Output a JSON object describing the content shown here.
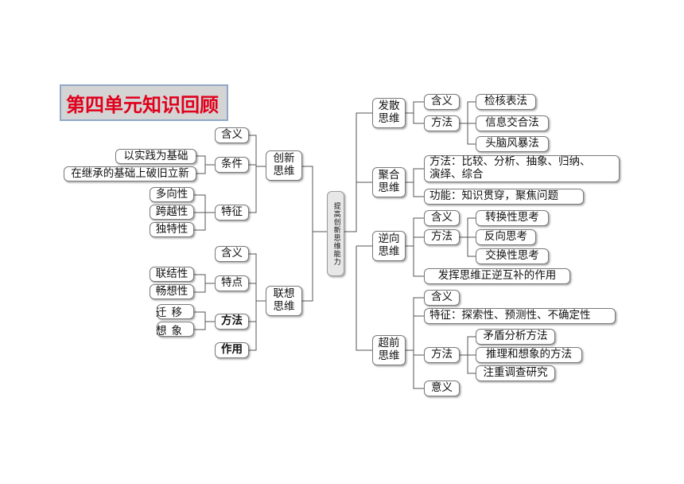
{
  "title": "第四单元知识回顾",
  "center": "提高创新思维能力",
  "left": {
    "chuangxin": {
      "label": "创新\n思维",
      "hanyi": "含义",
      "tiaojian": {
        "label": "条件",
        "items": [
          "以实践为基础",
          "在继承的基础上破旧立新"
        ]
      },
      "tezheng": {
        "label": "特征",
        "items": [
          "多向性",
          "跨越性",
          "独特性"
        ]
      }
    },
    "lianxiang": {
      "label": "联想\n思维",
      "hanyi": "含义",
      "tedian": {
        "label": "特点",
        "items": [
          "联结性",
          "畅想性"
        ]
      },
      "fangfa": {
        "label": "方法",
        "items": [
          "迁移",
          "想象"
        ]
      },
      "zuoyong": "作用"
    }
  },
  "right": {
    "fasan": {
      "label": "发散\n思维",
      "hanyi": "含义",
      "fangfa": {
        "label": "方法",
        "items": [
          "检核表法",
          "信息交合法",
          "头脑风暴法"
        ]
      }
    },
    "juhe": {
      "label": "聚合\n思维",
      "fangfa": "方法：比较、分析、抽象、归纳、\n演绎、综合",
      "gongneng": "功能：知识贯穿，聚焦问题"
    },
    "nixiang": {
      "label": "逆向\n思维",
      "hanyi": "含义",
      "fangfa": {
        "label": "方法",
        "items": [
          "转换性思考",
          "反向思考",
          "交换性思考"
        ]
      },
      "fahui": "发挥思维正逆互补的作用"
    },
    "chaoqian": {
      "label": "超前\n思维",
      "hanyi": "含义",
      "tezheng": "特征：探索性、预测性、不确定性",
      "fangfa": {
        "label": "方法",
        "items": [
          "矛盾分析方法",
          "推理和想象的方法",
          "注重调查研究"
        ]
      },
      "yiyi": "意义"
    }
  }
}
